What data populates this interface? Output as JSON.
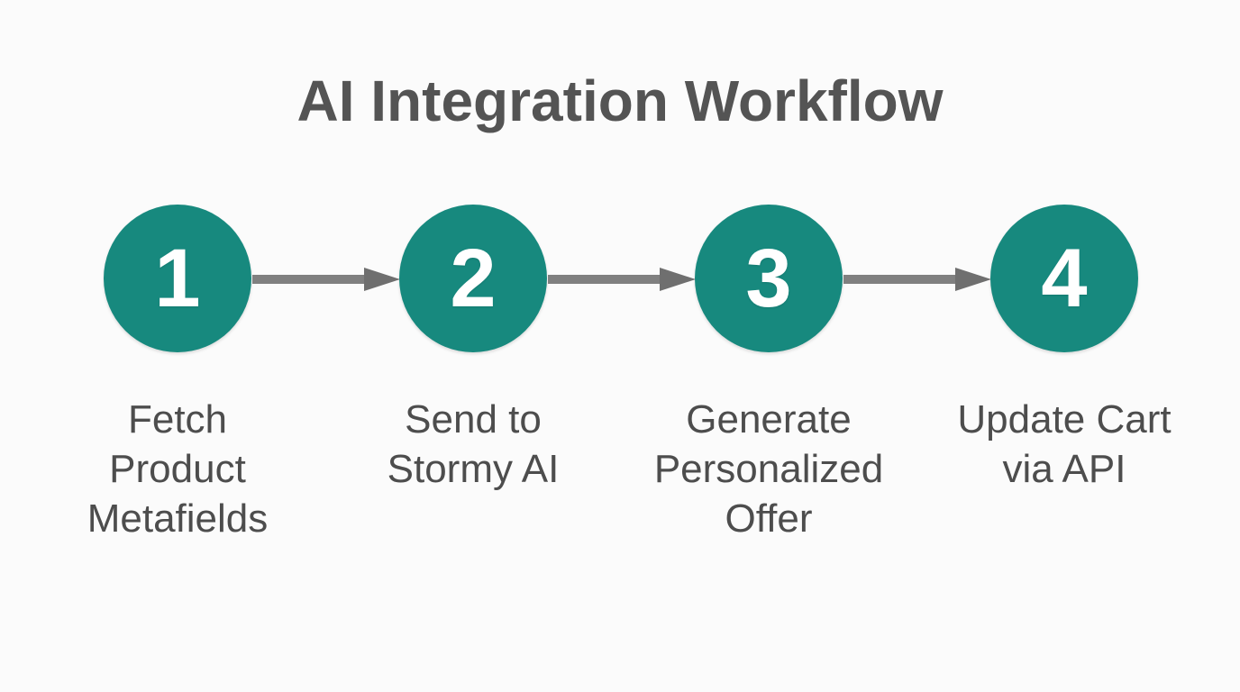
{
  "page": {
    "title": "AI Integration Workflow",
    "background_color": "#fbfbfb",
    "accent_color": "#17897e",
    "title_color": "#545454",
    "label_color": "#4d4d4d",
    "arrow_color": "#808080"
  },
  "diagram": {
    "type": "process-flow",
    "orientation": "horizontal",
    "step_count": 4,
    "steps": [
      {
        "number": "1",
        "label": "Fetch Product Metafields",
        "lines": [
          "Fetch",
          "Product",
          "Metafields"
        ]
      },
      {
        "number": "2",
        "label": "Send to Stormy AI",
        "lines": [
          "Send to",
          "Stormy AI"
        ]
      },
      {
        "number": "3",
        "label": "Generate Personalized Offer",
        "lines": [
          "Generate",
          "Personalized",
          "Offer"
        ]
      },
      {
        "number": "4",
        "label": "Update Cart via API",
        "lines": [
          "Update Cart",
          "via API"
        ]
      }
    ],
    "connectors": [
      {
        "from": "1",
        "to": "2",
        "style": "solid-arrow"
      },
      {
        "from": "2",
        "to": "3",
        "style": "solid-arrow"
      },
      {
        "from": "3",
        "to": "4",
        "style": "solid-arrow"
      }
    ]
  }
}
